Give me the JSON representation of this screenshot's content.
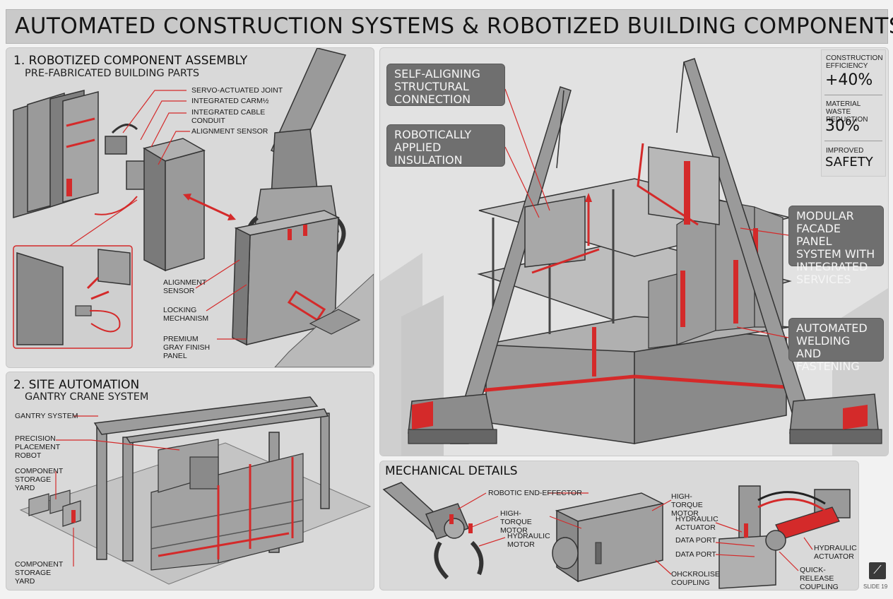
{
  "title": "AUTOMATED CONSTRUCTION SYSTEMS & ROBOTIZED BUILDING COMPONENTS",
  "colors": {
    "accent": "#d42a2a",
    "panel": "#d9d9d9",
    "callout": "#6f6f6f"
  },
  "panel1": {
    "title": "1. ROBOTIZED COMPONENT ASSEMBLY",
    "subtitle": "PRE-FABRICATED BUILDING PARTS",
    "labels": {
      "servo": "SERVO-ACTUATED JOINT",
      "carm": "INTEGRATED CARM½",
      "conduit": "INTEGRATED CABLE CONDUIT",
      "align_top": "ALIGNMENT SENSOR",
      "align_bottom": "ALIGNMENT SENSOR",
      "locking": "LOCKING MECHANISM",
      "finish": "PREMIUM GRAY FINISH PANEL"
    }
  },
  "panel2": {
    "title": "2. SITE AUTOMATION",
    "subtitle": "GANTRY CRANE SYSTEM",
    "labels": {
      "gantry": "GANTRY SYSTEM",
      "precision": "PRECISION PLACEMENT ROBOT",
      "storage_top": "COMPONENT STORAGE YARD",
      "storage_bottom": "COMPONENT STORAGE YARD"
    }
  },
  "main": {
    "callouts": {
      "self_aligning": "SELF-ALIGNING STRUCTURAL CONNECTION",
      "insulation": "ROBOTICALLY APPLIED INSULATION",
      "modular": "MODULAR FACADE PANEL SYSTEM WITH INTEGRATED SERVICES",
      "welding": "AUTOMATED WELDING AND FASTENING"
    },
    "stats": [
      {
        "label": "CONSTRUCTION EFFICIENCY",
        "value": "+40%"
      },
      {
        "label": "MATERIAL WASTE REDUCTION",
        "value": "30%"
      },
      {
        "label": "IMPROVED",
        "value": "SAFETY"
      }
    ]
  },
  "mech": {
    "title": "MECHANICAL DETAILS",
    "labels": {
      "end_effector": "ROBOTIC END-EFFECTOR",
      "torque_left": "HIGH-TORQUE MOTOR",
      "hydraulic_motor": "HYDRAULIC MOTOR",
      "torque_right": "HIGH-TORQUE MOTOR",
      "hyd_actuator_left": "HYDRAULIC ACTUATOR",
      "data_port_1": "DATA PORT",
      "data_port_2": "DATA PORT",
      "coupling_left": "OHCKROLISE COUPLING",
      "hyd_actuator_right": "HYDRAULIC ACTUATOR",
      "quick_release": "QUICK-RELEASE COUPLING"
    }
  },
  "slide_number": "SLIDE 19"
}
